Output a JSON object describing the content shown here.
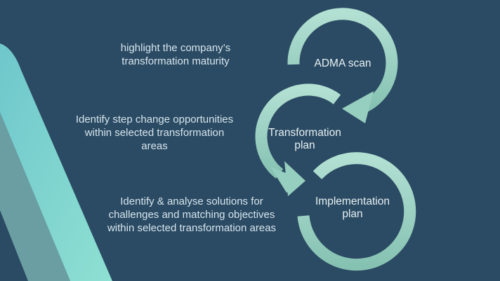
{
  "colors": {
    "background": "#2b4a63",
    "ring": "#a6d9cb",
    "accent": "#7fd6cf"
  },
  "steps": [
    {
      "label": "ADMA scan",
      "description": "highlight the company’s transformation maturity"
    },
    {
      "label": "Transformation plan",
      "description": "Identify step change opportunities within  selected transformation areas"
    },
    {
      "label": "Implementation plan",
      "description": "Identify & analyse solutions for challenges and matching objectives within selected transformation areas"
    }
  ]
}
